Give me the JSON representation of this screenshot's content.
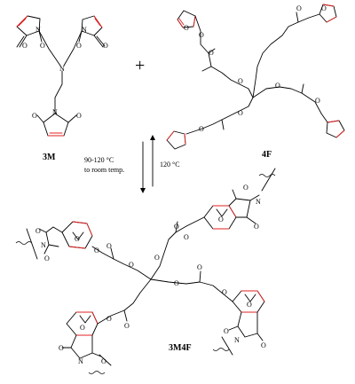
{
  "labels": {
    "m3": "3M",
    "f4": "4F",
    "product": "3M4F"
  },
  "operators": {
    "plus": "+"
  },
  "conditions": {
    "forward_line1": "90-120 °C",
    "forward_line2": "to room temp.",
    "reverse": "120 °C"
  },
  "atoms": {
    "nitrogen": "N",
    "oxygen": "O"
  },
  "colors": {
    "highlight": "#e02020",
    "bond": "#000000"
  }
}
